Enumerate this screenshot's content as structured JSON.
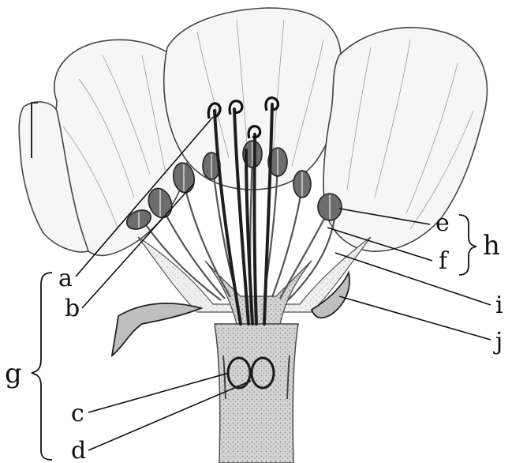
{
  "labels": {
    "a": "a",
    "b": "b",
    "c": "c",
    "d": "d",
    "e": "e",
    "f": "f",
    "g": "g",
    "h": "h",
    "i": "i",
    "j": "j"
  },
  "colors": {
    "ink": "#111111",
    "petal_fill": "#f6f6f6",
    "receptacle_shade": "#cfcfcf",
    "anther_fill": "#6d6d6d"
  }
}
